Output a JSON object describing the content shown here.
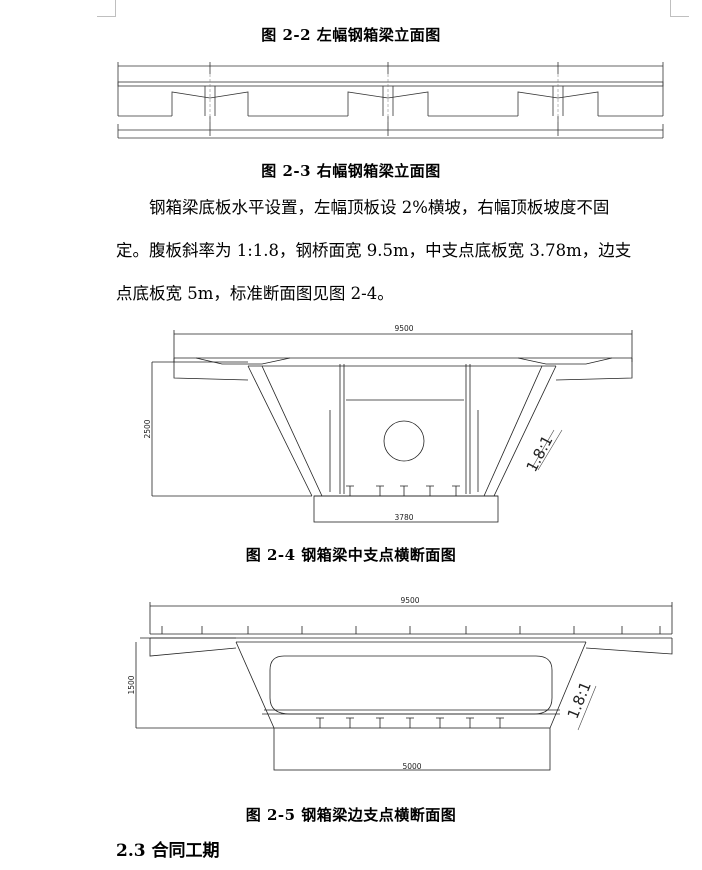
{
  "captions": {
    "fig22": "图 2-2   左幅钢箱梁立面图",
    "fig23": "图 2-3   右幅钢箱梁立面图",
    "fig24": "图 2-4   钢箱梁中支点横断面图",
    "fig25": "图 2-5   钢箱梁边支点横断面图"
  },
  "paragraph": {
    "line1": "钢箱梁底板水平设置，左幅顶板设 2%横坡，右幅顶板坡度不固",
    "line2": "定。腹板斜率为 1:1.8，钢桥面宽 9.5m，中支点底板宽 3.78m，边支",
    "line3": "点底板宽 5m，标准断面图见图 2-4。"
  },
  "fig24_dims": {
    "width_top": "9500",
    "height": "2500",
    "bottom": "3780",
    "slope": "1.8:1"
  },
  "fig25_dims": {
    "width_top": "9500",
    "height": "1500",
    "bottom": "5000",
    "slope": "1.8:1"
  },
  "section_heading": "2.3 合同工期"
}
